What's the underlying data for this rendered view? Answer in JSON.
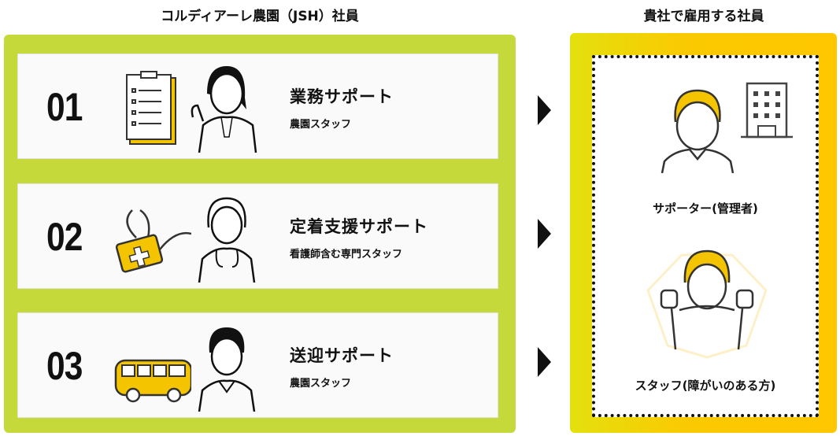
{
  "left_heading": "コルディアーレ農園（JSH）社員",
  "right_heading": "貴社で雇用する社員",
  "cards": [
    {
      "number": "01",
      "title": "業務サポート",
      "subtitle": "農園スタッフ"
    },
    {
      "number": "02",
      "title": "定着支援サポート",
      "subtitle": "看護師含む専門スタッフ"
    },
    {
      "number": "03",
      "title": "送迎サポート",
      "subtitle": "農園スタッフ"
    }
  ],
  "right": {
    "supporter_label": "サポーター(管理者)",
    "staff_label": "スタッフ(障がいのある方)"
  },
  "colors": {
    "green": "#c5d93a",
    "yellow": "#ffc700",
    "lime": "#e4e00f"
  }
}
